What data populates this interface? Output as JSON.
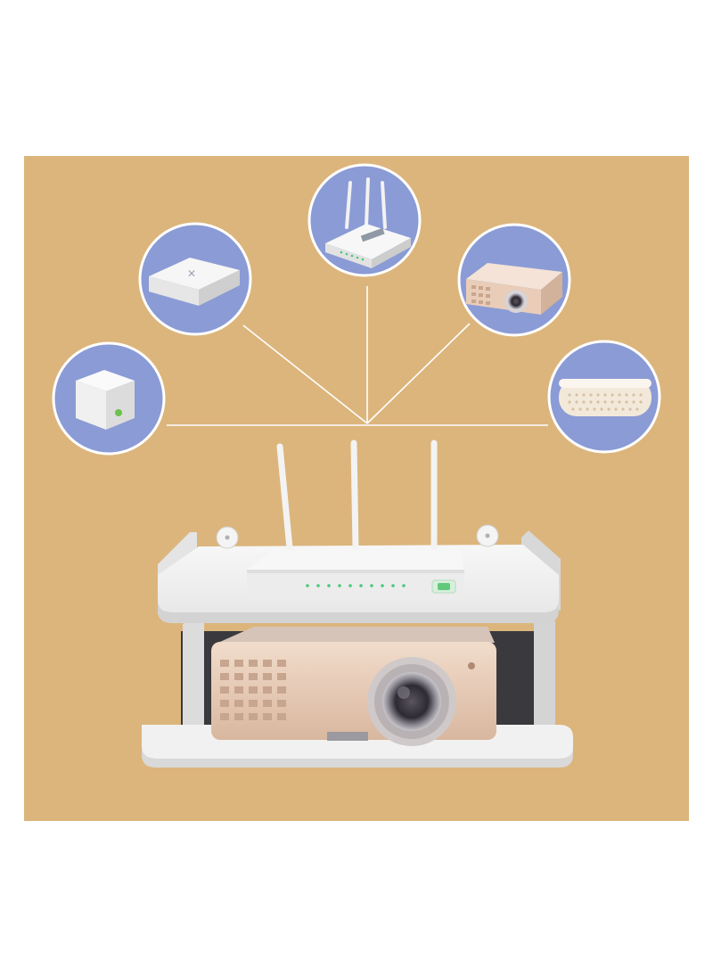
{
  "image": {
    "subject": "wall-mounted-two-tier-shelf-with-router-and-projector",
    "background_color": "#dcb57c",
    "bubble_color": "#8b9bd5",
    "shelf_color": "#f3f3f3",
    "connector_color": "#ffffff"
  },
  "devices": [
    {
      "name": "wifi-cube-device"
    },
    {
      "name": "set-top-box-device"
    },
    {
      "name": "wifi-router-device"
    },
    {
      "name": "projector-device"
    },
    {
      "name": "speaker-device"
    }
  ]
}
